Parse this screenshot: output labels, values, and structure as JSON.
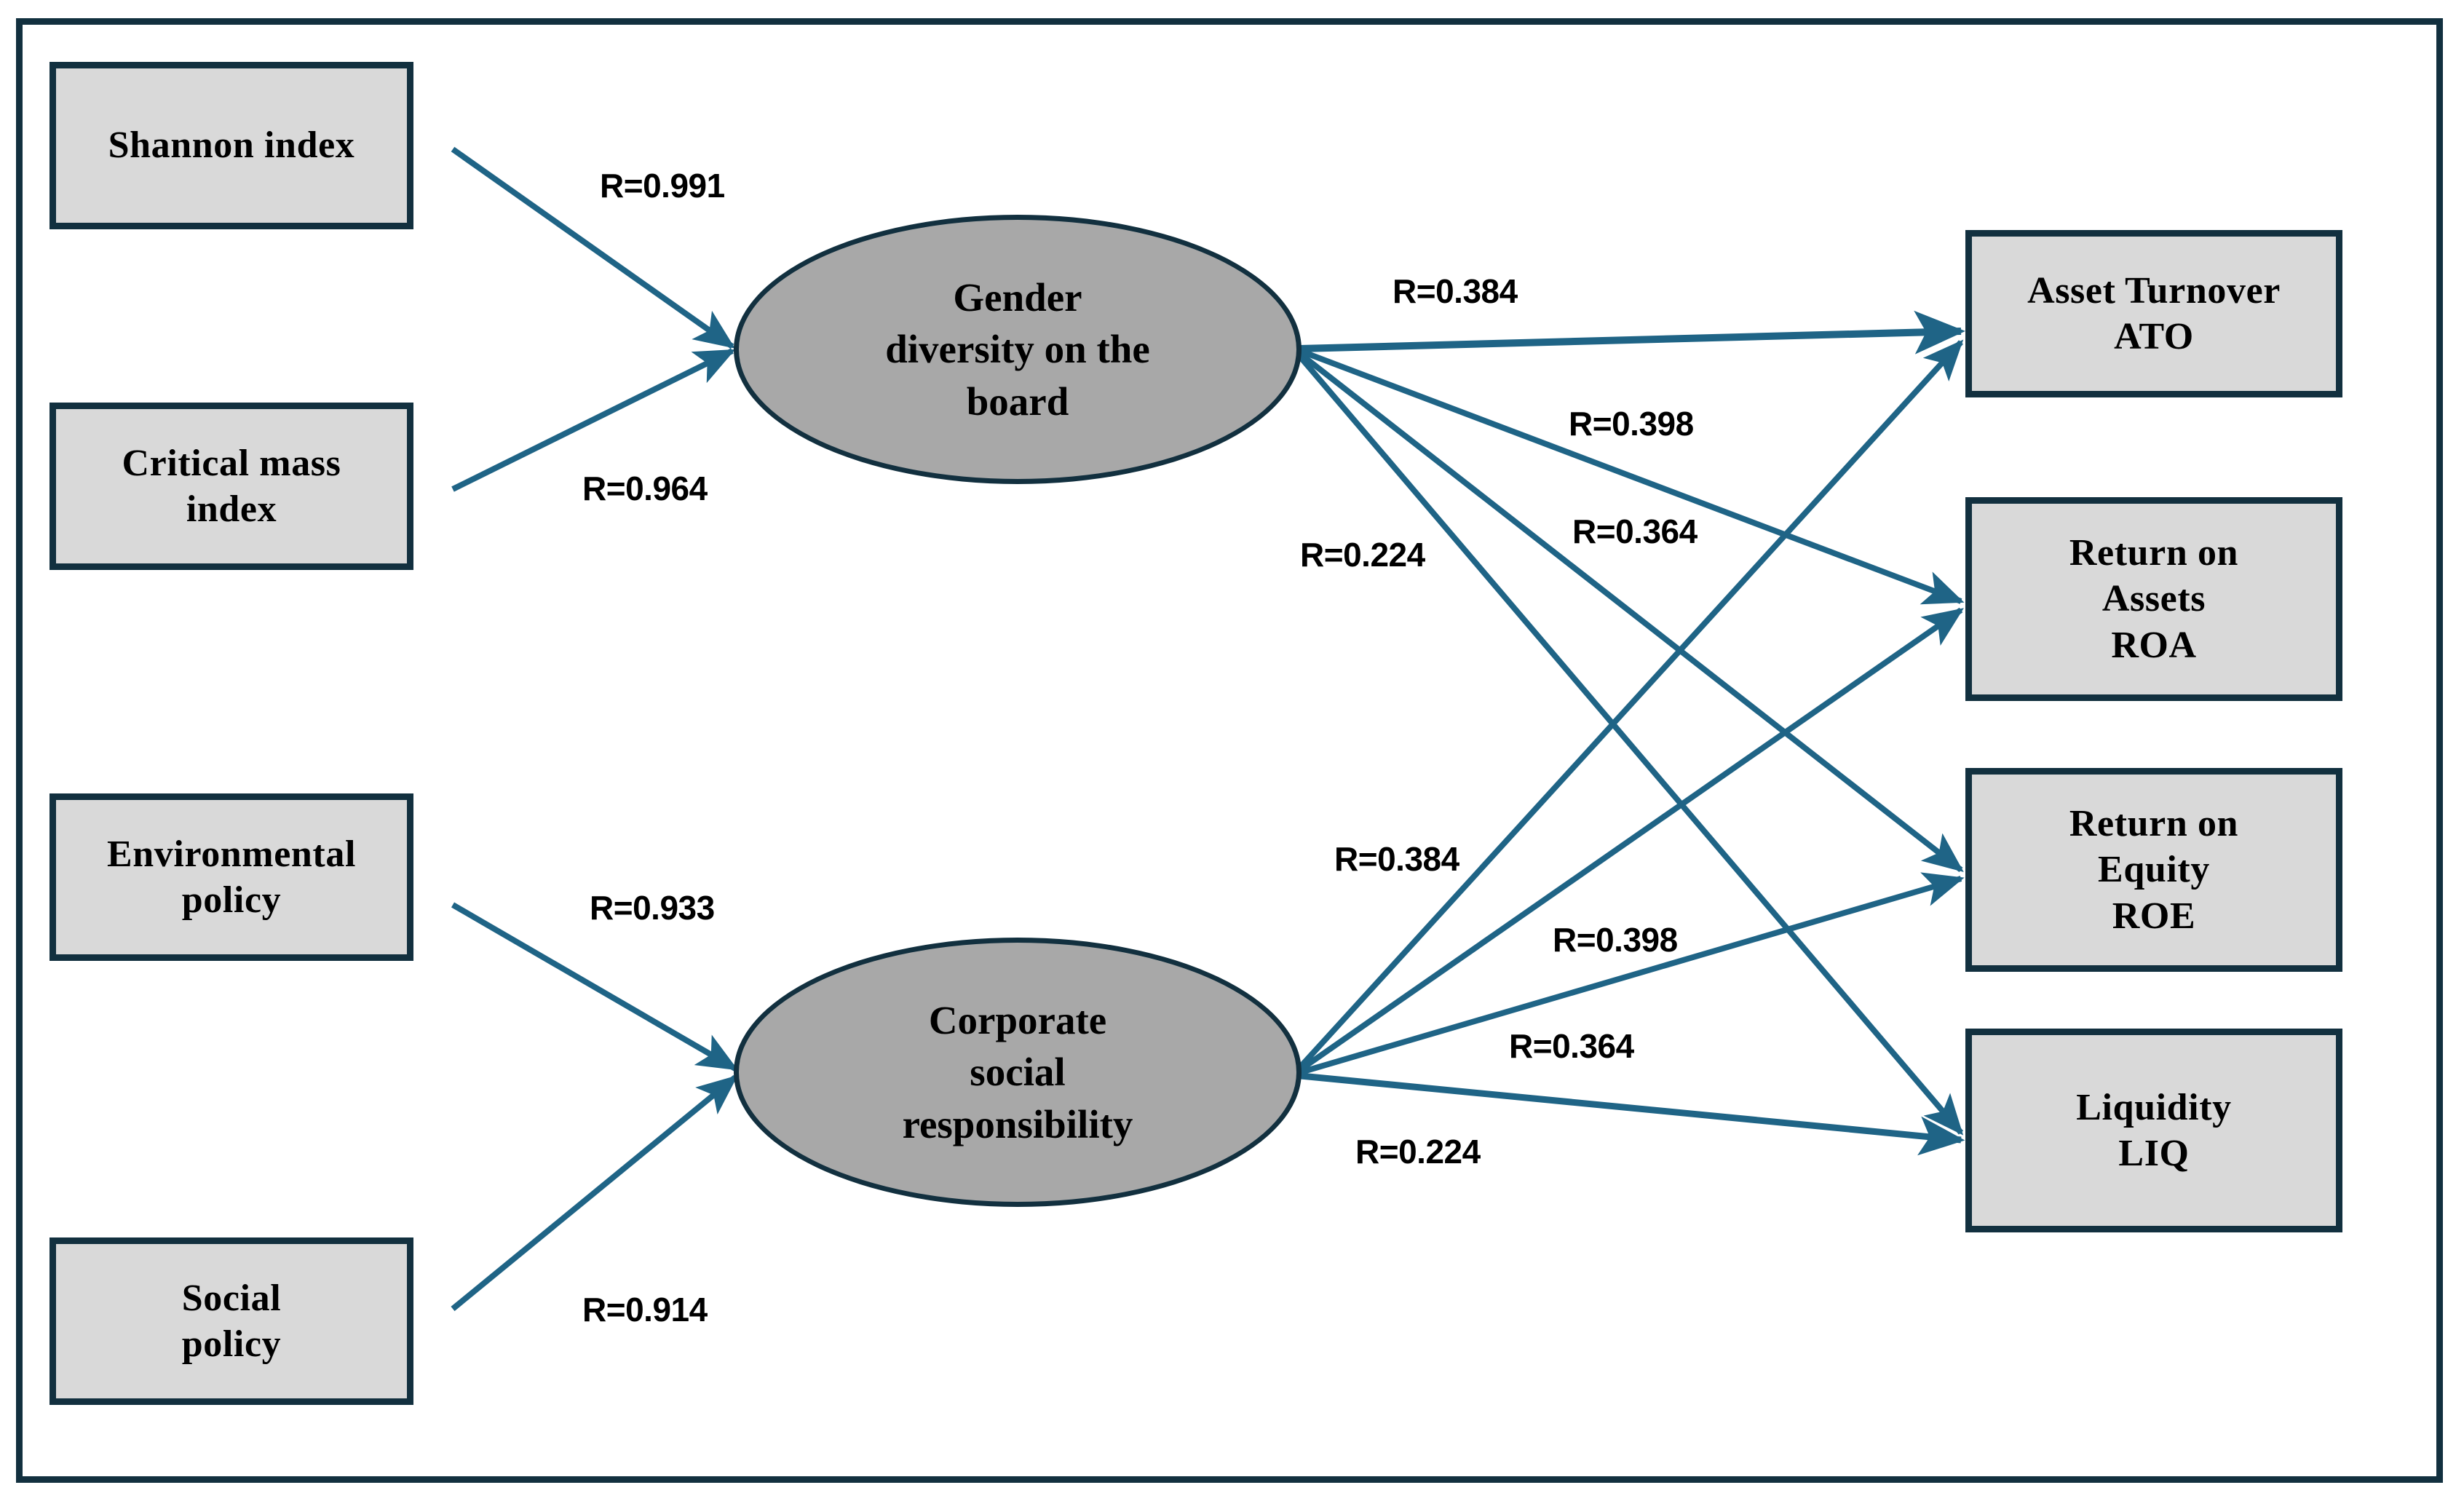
{
  "diagram": {
    "title": "Structural equation model: gender diversity and corporate social responsibility effects on firm performance",
    "type": "path-diagram",
    "colors": {
      "border": "#12303f",
      "box_fill": "#d9d9d9",
      "ellipse_fill": "#a8a8a8",
      "edge": "#1f6486",
      "background": "#ffffff"
    },
    "indicator_nodes": [
      {
        "id": "shannon",
        "label": "Shannon index"
      },
      {
        "id": "critical_mass",
        "label": "Critical mass\nindex"
      },
      {
        "id": "env_policy",
        "label": "Environmental\npolicy"
      },
      {
        "id": "social_policy",
        "label": "Social\npolicy"
      }
    ],
    "latent_nodes": [
      {
        "id": "gender",
        "label": "Gender\ndiversity on the\nboard"
      },
      {
        "id": "csr",
        "label": "Corporate\nsocial\nresponsibility"
      }
    ],
    "outcome_nodes": [
      {
        "id": "ato",
        "label": "Asset Turnover\nATO"
      },
      {
        "id": "roa",
        "label": "Return on\nAssets\nROA"
      },
      {
        "id": "roe",
        "label": "Return on\nEquity\nROE"
      },
      {
        "id": "liq",
        "label": "Liquidity\nLIQ"
      }
    ],
    "edges": [
      {
        "from": "shannon",
        "to": "gender",
        "label": "R=0.991"
      },
      {
        "from": "critical_mass",
        "to": "gender",
        "label": "R=0.964"
      },
      {
        "from": "env_policy",
        "to": "csr",
        "label": "R=0.933"
      },
      {
        "from": "social_policy",
        "to": "csr",
        "label": "R=0.914"
      },
      {
        "from": "gender",
        "to": "ato",
        "label": "R=0.384"
      },
      {
        "from": "gender",
        "to": "roa",
        "label": "R=0.398"
      },
      {
        "from": "gender",
        "to": "roe",
        "label": "R=0.364"
      },
      {
        "from": "gender",
        "to": "liq",
        "label": "R=0.224"
      },
      {
        "from": "csr",
        "to": "ato",
        "label": "R=0.384"
      },
      {
        "from": "csr",
        "to": "roa",
        "label": "R=0.398"
      },
      {
        "from": "csr",
        "to": "roe",
        "label": "R=0.364"
      },
      {
        "from": "csr",
        "to": "liq",
        "label": "R=0.224"
      }
    ],
    "edge_labels": {
      "shannon_gender": "R=0.991",
      "critical_gender": "R=0.964",
      "env_csr": "R=0.933",
      "social_csr": "R=0.914",
      "gender_ato": "R=0.384",
      "gender_roa": "R=0.398",
      "gender_roe": "R=0.364",
      "gender_liq": "R=0.224",
      "csr_ato": "R=0.384",
      "csr_roa": "R=0.398",
      "csr_roe": "R=0.364",
      "csr_liq": "R=0.224"
    }
  }
}
